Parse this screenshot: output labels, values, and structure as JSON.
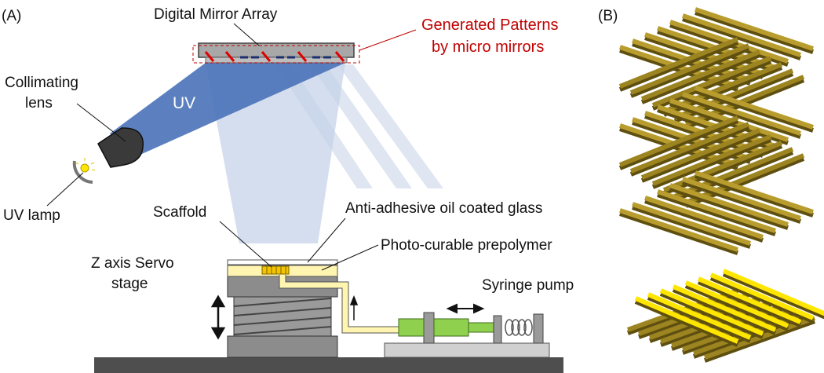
{
  "panels": {
    "a": "(A)",
    "b": "(B)"
  },
  "labels": {
    "dma": "Digital Mirror Array",
    "patterns_line1": "Generated Patterns",
    "patterns_line2": "by micro mirrors",
    "collimating_line1": "Collimating",
    "collimating_line2": "lens",
    "uv": "UV",
    "uv_lamp": "UV lamp",
    "scaffold": "Scaffold",
    "glass": "Anti-adhesive oil coated glass",
    "prepolymer": "Photo-curable prepolymer",
    "zaxis_line1": "Z axis Servo",
    "zaxis_line2": "stage",
    "syringe": "Syringe pump"
  },
  "colors": {
    "uv_beam": "#4a72b8",
    "projection": "#c5d3e8",
    "mirror_red": "#e00000",
    "pattern_red": "#c00000",
    "prepolymer": "#fff5b0",
    "syringe_green": "#8fd14f",
    "stage_gray": "#8c8c8c",
    "rod_dark": "#9c8420",
    "rod_light": "#b89d2e",
    "rod_bright": "#ffe600"
  }
}
